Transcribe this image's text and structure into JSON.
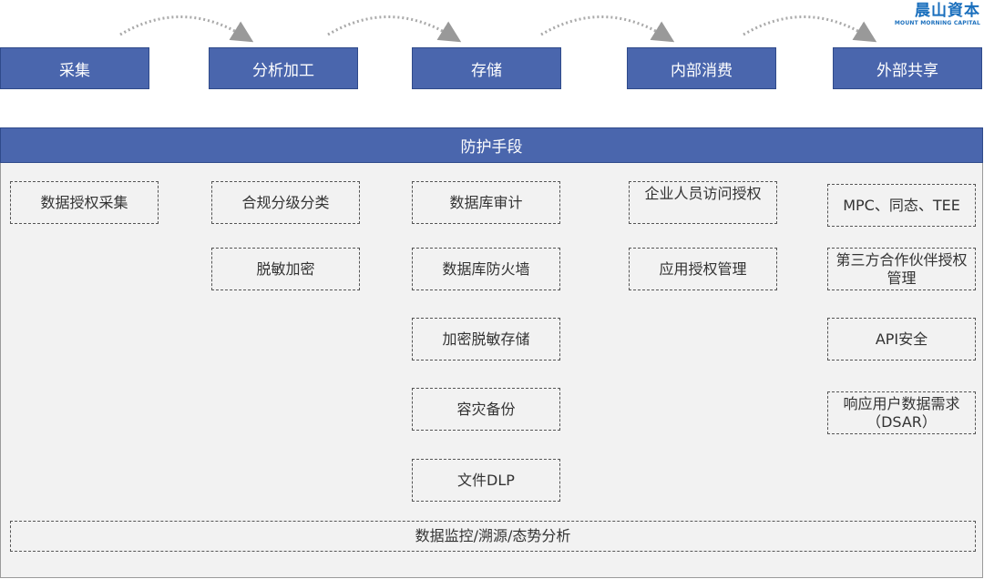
{
  "logo": {
    "name_cn": "晨山資本",
    "name_en": "MOUNT MORNING CAPITAL"
  },
  "stages": [
    "采集",
    "分析加工",
    "存储",
    "内部消费",
    "外部共享"
  ],
  "protection": {
    "title": "防护手段",
    "columns": [
      [
        "数据授权采集"
      ],
      [
        "合规分级分类",
        "脱敏加密"
      ],
      [
        "数据库审计",
        "数据库防火墙",
        "加密脱敏存储",
        "容灾备份",
        "文件DLP"
      ],
      [
        "企业人员访问授权",
        "应用授权管理"
      ],
      [
        "MPC、同态、TEE",
        "第三方合作伙伴授权管理",
        "API安全",
        "响应用户数据需求（DSAR）"
      ]
    ],
    "bottom": "数据监控/溯源/态势分析"
  },
  "colors": {
    "stage_fill": "#4a66ad",
    "panel_bg": "#f2f2f2",
    "logo": "#1a6fbd",
    "arrow": "#999999"
  }
}
